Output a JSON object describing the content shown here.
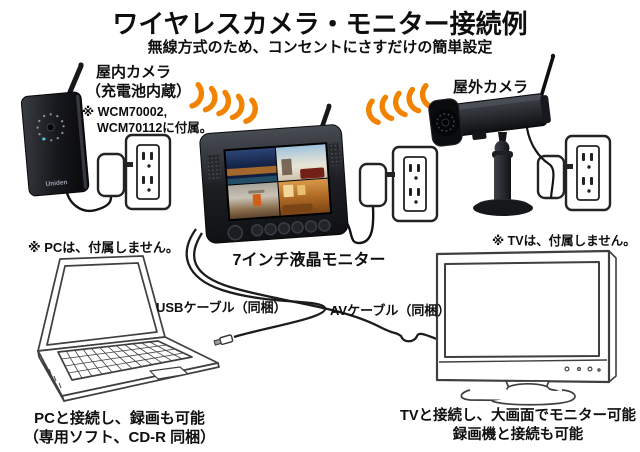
{
  "title": "ワイヤレスカメラ・モニター接続例",
  "subtitle": "無線方式のため、コンセントにさすだけの簡単設定",
  "indoor_camera": {
    "name_line1": "屋内カメラ",
    "name_line2": "（充電池内蔵）",
    "included_note_line1": "※ WCM70002,",
    "included_note_line2": "WCM70112に付属。",
    "brand": "Uniden"
  },
  "monitor": {
    "label": "7インチ液晶モニター"
  },
  "outdoor_camera": {
    "label": "屋外カメラ"
  },
  "pc": {
    "not_included_note": "※ PCは、付属しません。",
    "cable_label": "USBケーブル（同梱）",
    "caption_line1": "PCと接続し、録画も可能",
    "caption_line2": "（専用ソフト、CD-R 同梱）"
  },
  "tv": {
    "not_included_note": "※ TVは、付属しません。",
    "cable_label": "AVケーブル（同梱）",
    "caption_line1": "TVと接続し、大画面でモニター可能",
    "caption_line2": "録画機と接続も可能"
  },
  "icons": {
    "wireless_signal_left": "orange-signal-arcs",
    "wireless_signal_right": "orange-signal-arcs",
    "power_outlet": "two-socket-wall-outlet",
    "ac_adapter": "plug-adapter",
    "usb_plug": "usb-connector"
  },
  "colors": {
    "signal_orange": "#F18300",
    "line_art": "#3F3F3F",
    "device_black": "#141519",
    "background": "#FFFFFF"
  }
}
